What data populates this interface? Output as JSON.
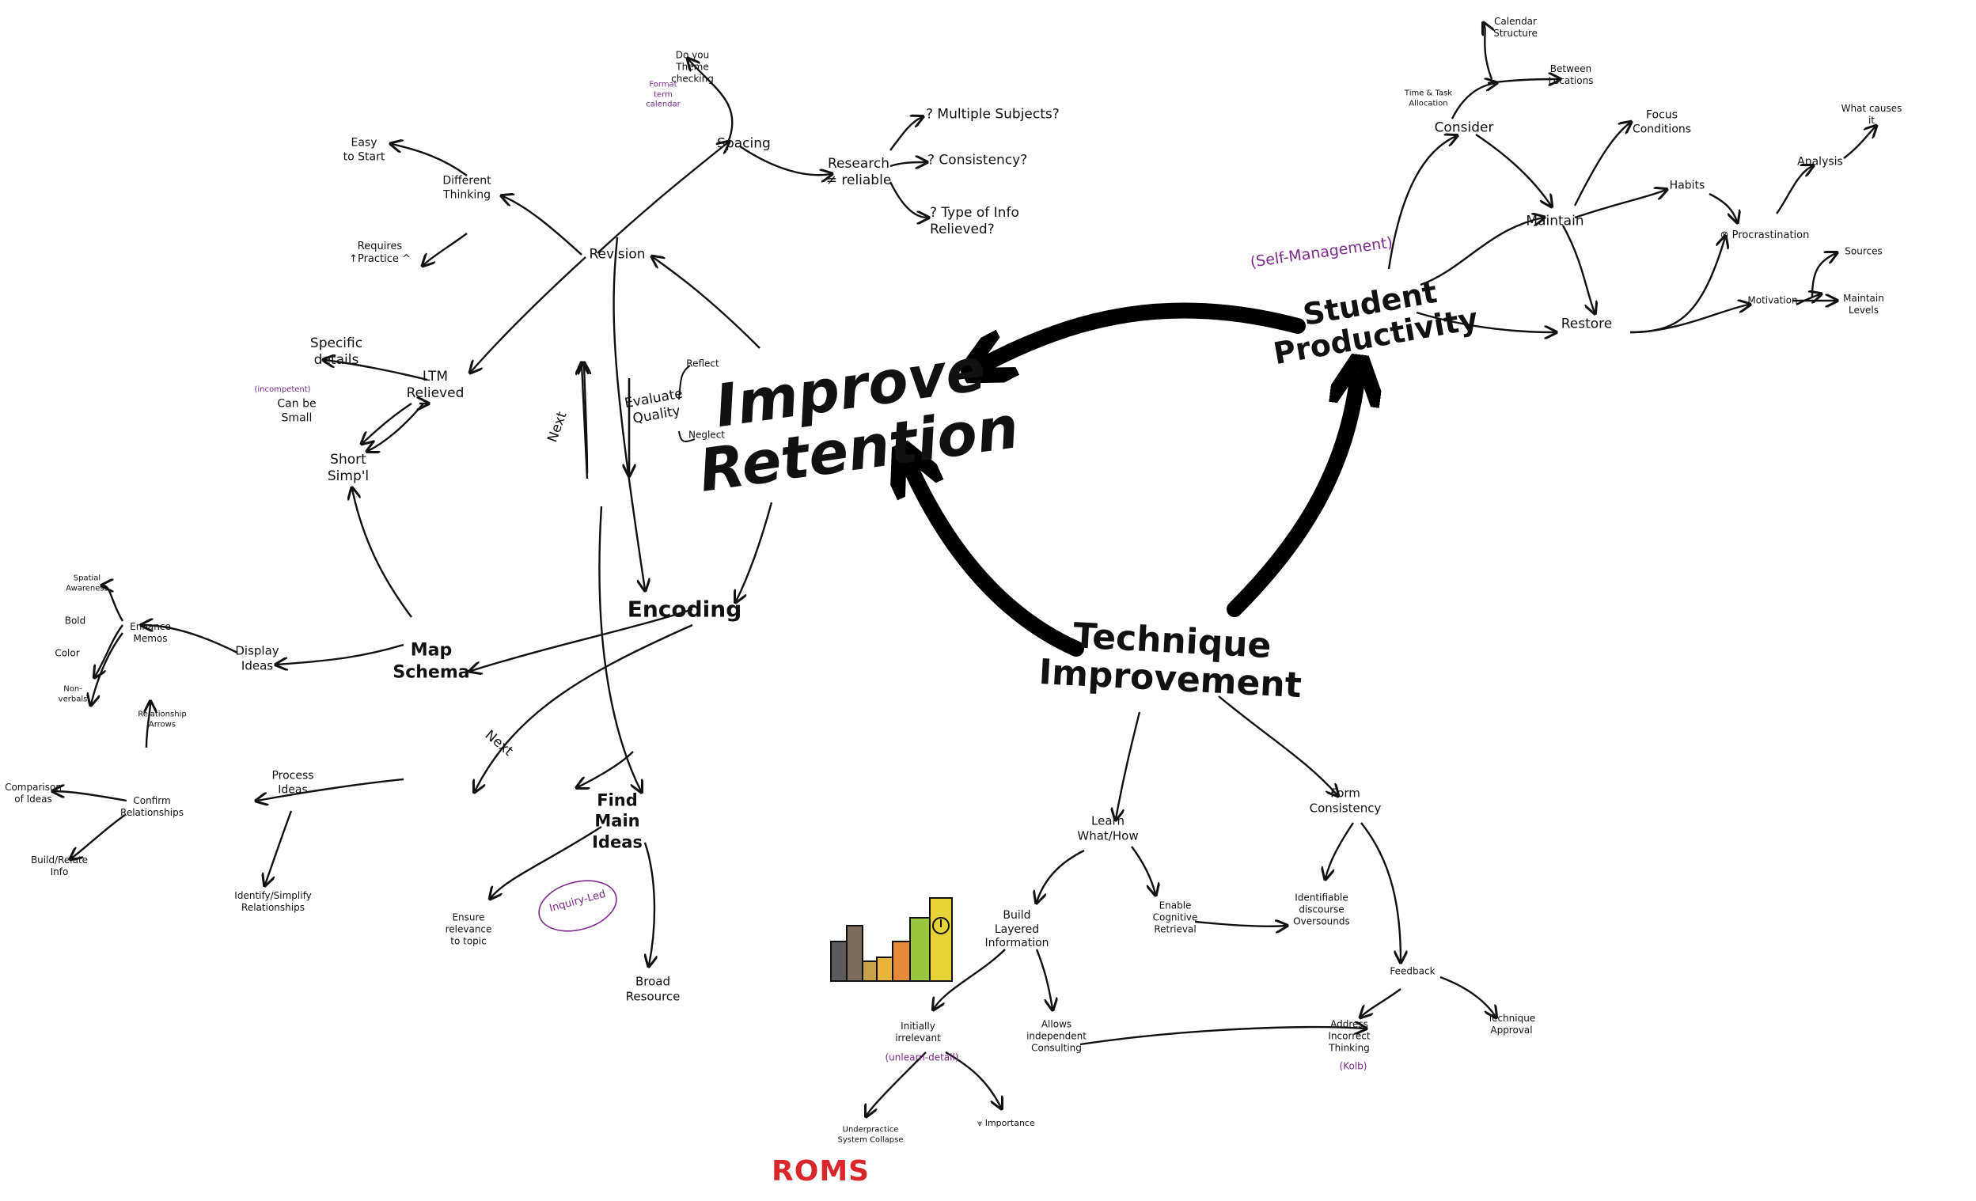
{
  "core": {
    "improve_retention": [
      "Improve",
      "Retention"
    ],
    "technique_improvement": [
      "Technique",
      "Improvement"
    ],
    "student_productivity": [
      "Student",
      "Productivity"
    ],
    "self_management": "(Self-Management)"
  },
  "left": {
    "revision": "Revision",
    "spacing": "Spacing",
    "do_you_theme_checking": [
      "Do you",
      "Theme",
      "checking"
    ],
    "format_term_calendar": [
      "Format",
      "term",
      "calendar"
    ],
    "research_reliable": [
      "Research",
      "≠ reliable"
    ],
    "multiple_subjects": "? Multiple Subjects?",
    "consistency": "? Consistency?",
    "type_of_info_relieved": [
      "? Type of Info",
      "Relieved?"
    ],
    "different_thinking": [
      "Different",
      "Thinking"
    ],
    "easy_to_start": [
      "Easy",
      "to Start"
    ],
    "requires_practice": [
      "Requires",
      "↑Practice ^"
    ],
    "ltm_relieved": [
      "LTM",
      "Relieved"
    ],
    "specific_details": [
      "Specific",
      "details"
    ],
    "incompetent": "(incompetent)",
    "can_be_small": [
      "Can be",
      "Small"
    ],
    "short_simple": [
      "Short",
      "Simp'l"
    ],
    "next_left": "Next",
    "evaluate_quality": [
      "Evaluate",
      "Quality"
    ],
    "reflect": "Reflect",
    "neglect": "Neglect",
    "encoding": "Encoding",
    "map_schema": [
      "Map",
      "Schema"
    ],
    "display_ideas": [
      "Display",
      "Ideas"
    ],
    "enhance_memos": [
      "Enhance",
      "Memos"
    ],
    "spatial_awareness": [
      "Spatial",
      "Awareness"
    ],
    "bold": "Bold",
    "color": "Color",
    "non_verbals": [
      "Non-",
      "verbals"
    ],
    "relationship_arrows": [
      "Relationship",
      "Arrows"
    ],
    "process_ideas": [
      "Process",
      "Ideas"
    ],
    "confirm_relationships": [
      "Confirm",
      "Relationships"
    ],
    "comparison_of_ideas": [
      "Comparison",
      "of Ideas"
    ],
    "build_relate_info": [
      "Build/Relate",
      "Info"
    ],
    "identify_simplify": [
      "Identify/Simplify",
      "Relationships"
    ],
    "find_main_ideas": [
      "Find",
      "Main",
      "Ideas"
    ],
    "next_lower": "Next",
    "ensure_relevance": [
      "Ensure",
      "relevance",
      "to topic"
    ],
    "inquiry_led": "Inquiry-Led",
    "broad_resource": [
      "Broad",
      "Resource"
    ]
  },
  "bottom": {
    "learn": [
      "Learn",
      "What/How"
    ],
    "build_layered": [
      "Build",
      "Layered",
      "Information"
    ],
    "enable_cognitive": [
      "Enable",
      "Cognitive",
      "Retrieval"
    ],
    "initially_irrelevant": [
      "Initially",
      "irrelevant"
    ],
    "unlearn_detail": "(unlearn-detail)",
    "allows_independent": [
      "Allows",
      "independent",
      "Consulting"
    ],
    "underpractice": [
      "Underpractice",
      "System Collapse"
    ],
    "importance": "⩔ Importance",
    "form_consistency": [
      "Form",
      "Consistency"
    ],
    "identify_discourse": [
      "Identifiable",
      "discourse",
      "Oversounds"
    ],
    "feedback": "Feedback",
    "address_incorrect": [
      "Address",
      "Incorrect",
      "Thinking"
    ],
    "kolb": "(Kolb)",
    "technique_approval": [
      "Technique",
      "Approval"
    ],
    "roms_logo": "ROMS"
  },
  "right": {
    "consider": "Consider",
    "time_task_allocation": [
      "Time & Task",
      "Allocation"
    ],
    "calendar_structure": [
      "Calendar",
      "Structure"
    ],
    "between_locations": [
      "Between",
      "Locations"
    ],
    "maintain": "Maintain",
    "focus_conditions": [
      "Focus",
      "Conditions"
    ],
    "habits": "Habits",
    "procrastination": "⊗ Procrastination",
    "analysis": "Analysis",
    "what_causes": [
      "What causes",
      "it"
    ],
    "restore": "Restore",
    "motivation": "Motivation",
    "sources": "Sources",
    "maintain_levels": [
      "Maintain",
      "Levels"
    ]
  },
  "colors": {
    "ink": "#111111",
    "accent": "#7b2a8b",
    "logo_red": "#d8262a"
  }
}
